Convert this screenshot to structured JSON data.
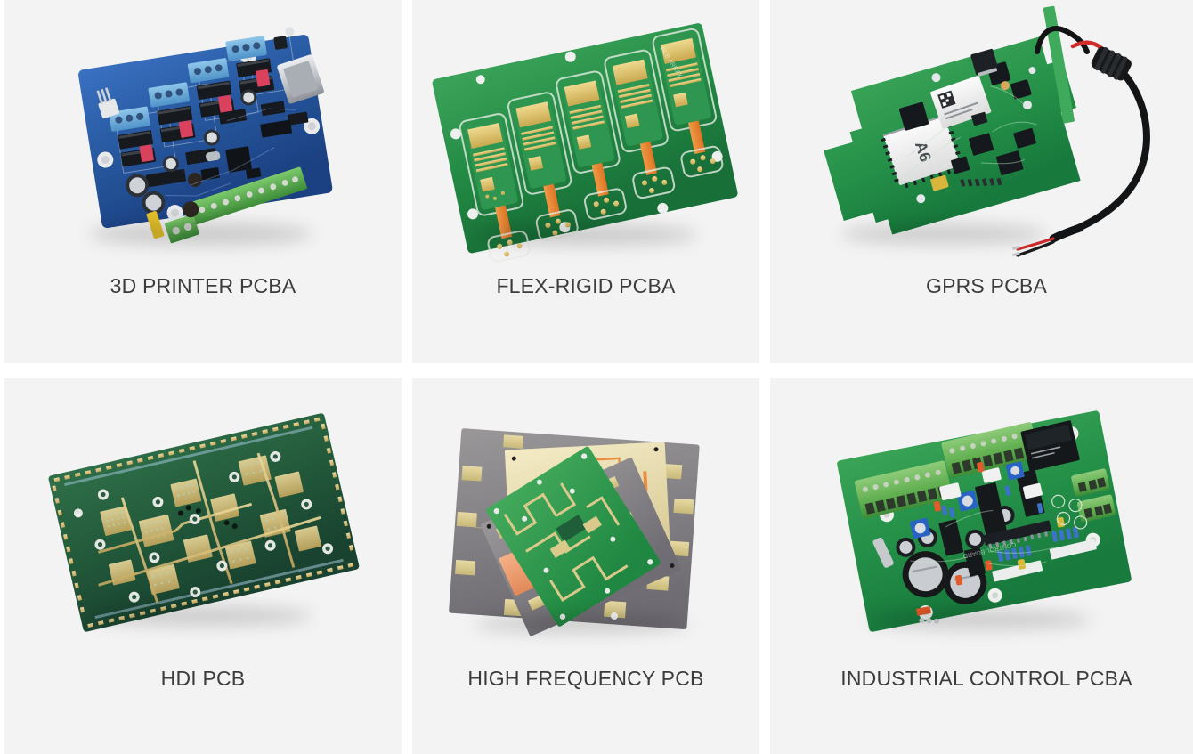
{
  "page": {
    "background_color": "#ffffff",
    "card_background_color": "#f3f3f3",
    "caption_color": "#3c3c3c"
  },
  "grid": {
    "columns": 3,
    "rows": 2,
    "cards": [
      {
        "id": "3d-printer-pcba",
        "caption": "3D PRINTER PCBA",
        "image_alt": "Blue RAMPS-style 3D printer controller board with stepper driver sockets, USB-B connector, green screw terminals and electrolytic capacitors",
        "board_color": "#24539f",
        "accents": [
          "#6fbf63",
          "#c8cdd3",
          "#e0b324"
        ]
      },
      {
        "id": "flex-rigid-pcba",
        "caption": "FLEX-RIGID PCBA",
        "image_alt": "Green rigid-flex PCB panel array of five identical units joined by orange polyimide flex ribbons with gold finger pads",
        "board_color": "#1f8741",
        "accents": [
          "#e5cf86",
          "#e8801f"
        ]
      },
      {
        "id": "gprs-pcba",
        "caption": "GPRS PCBA",
        "image_alt": "Green GPRS module assembly board with A6 cellular module, shielded RF can, and a black DC power cable with barrel jack and red-black leads",
        "board_color": "#1f8741",
        "accents": [
          "#1a1a1a",
          "#d92b2b",
          "#ffffff"
        ]
      },
      {
        "id": "hdi-pcb",
        "caption": "HDI PCB",
        "image_alt": "Dark green high-density interconnect bare PCB with many gold-plated BGA land grids, micro vias and gold edge castellations",
        "board_color": "#1f5437",
        "accents": [
          "#d9c07a",
          "#e9dca6"
        ]
      },
      {
        "id": "high-frequency-pcb",
        "caption": "HIGH FREQUENCY PCB",
        "image_alt": "Stack of high frequency RF laminate boards: gray ceramic-filled substrates and tan panels with gold pads, topped by a green microstrip filter board and copper patch antennas",
        "board_color": "#76747a",
        "accents": [
          "#e4c98a",
          "#2f9b4f",
          "#e99a63"
        ]
      },
      {
        "id": "industrial-control-pcba",
        "caption": "INDUSTRIAL CONTROL PCBA",
        "image_alt": "Green industrial control PCB assembly with green screw terminal blocks, DIP ICs, blue trim potentiometers, a black relay and two large black electrolytic capacitors",
        "board_color": "#1f8741",
        "accents": [
          "#5bb04f",
          "#1a1a1a",
          "#2f6fd0"
        ]
      }
    ]
  }
}
